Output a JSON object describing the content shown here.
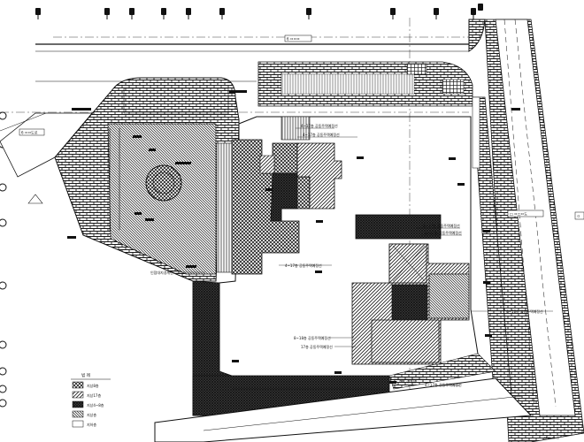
{
  "drawing": {
    "road_labels": {
      "top_road": "6 ㅁㅁㅁ",
      "left_road": "6 ㅁㅁ도로",
      "right_road": "□ ㅁ□ㅁ도",
      "right_edge_tag": "ㅁ"
    },
    "annotations": {
      "a1": "4~17층 공동주택예정선",
      "a2": "4~17층 공동주택예정선",
      "a3": "4~17층 공동주택예정선",
      "a4": "4~17층 공동주택예정선",
      "a5": "4~17층 공동주택예정선",
      "a6": "4~17층 공동주택예정선",
      "a7": "8~18층 공동주택예정선",
      "a8": "17층 공동주택예정선",
      "a9": "인접대지경계선",
      "a10": "~ 조표 경계선",
      "a11": "4~17층 공동주택예정선"
    },
    "legend": {
      "title": "범 례",
      "items": [
        "지상8층",
        "지상17층",
        "지상4~8층",
        "지상층",
        "지하층"
      ]
    },
    "corner_text": "ㅁㅁ ㅁㅁ"
  }
}
